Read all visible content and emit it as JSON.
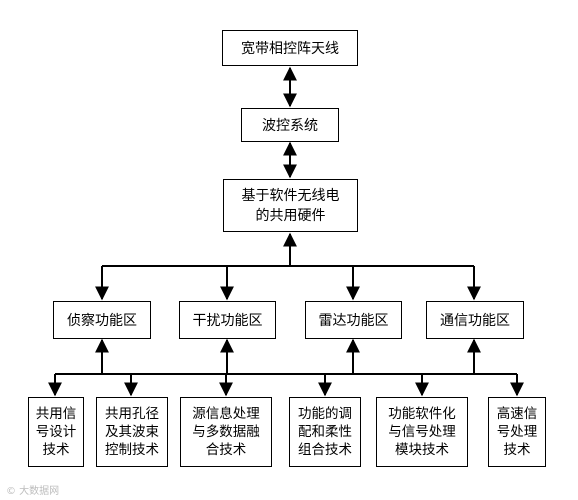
{
  "nodes": {
    "antenna": "宽带相控阵天线",
    "beam_control": "波控系统",
    "shared_hardware": "基于软件无线电\n的共用硬件",
    "functions": [
      {
        "label": "侦察功能区"
      },
      {
        "label": "干扰功能区"
      },
      {
        "label": "雷达功能区"
      },
      {
        "label": "通信功能区"
      }
    ],
    "technologies": [
      {
        "label": "共用信\n号设计\n技术"
      },
      {
        "label": "共用孔径\n及其波束\n控制技术"
      },
      {
        "label": "源信息处理\n与多数据融\n合技术"
      },
      {
        "label": "功能的调\n配和柔性\n组合技术"
      },
      {
        "label": "功能软件化\n与信号处理\n模块技术"
      },
      {
        "label": "高速信\n号处理\n技术"
      }
    ]
  },
  "watermark": "© 大数据网"
}
